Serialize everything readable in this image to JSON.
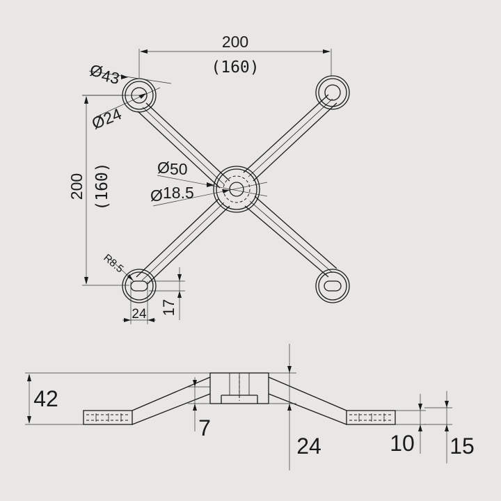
{
  "top_view": {
    "width": "200",
    "width_alt": "(160)",
    "height": "200",
    "height_alt": "(160)",
    "arm_outer_dia": "43",
    "arm_hole_dia": "24",
    "center_outer_dia": "50",
    "center_hole_dia": "18.5",
    "slot_radius": "R8.5",
    "slot_width": "24",
    "slot_height": "17",
    "diameter_symbol": "Ø"
  },
  "side_view": {
    "total_height": "42",
    "arm_thickness": "7",
    "hub_height": "24",
    "end_thickness": "10",
    "end_offset": "15"
  }
}
